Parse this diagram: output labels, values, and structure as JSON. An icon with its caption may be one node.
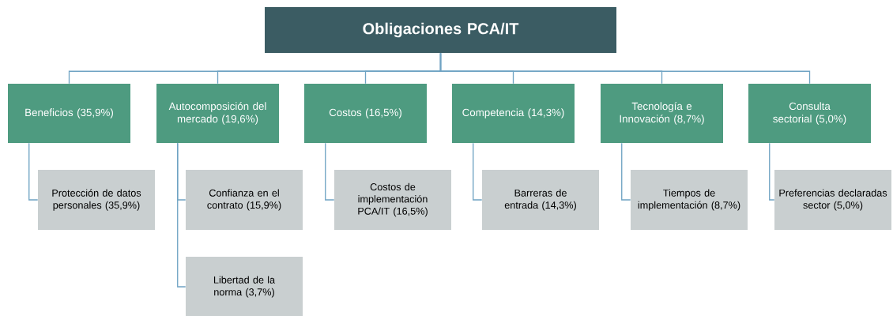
{
  "diagram": {
    "nodes": [
      {
        "text": [
          "Obligaciones PCA/IT"
        ]
      },
      {
        "text": [
          "Beneficios (35,9%)"
        ]
      },
      {
        "text": [
          "Autocomposición del mercado (19,6%)"
        ]
      },
      {
        "text": [
          "Costos (16,5%)"
        ]
      },
      {
        "text": [
          "Competencia (14,3%)"
        ]
      },
      {
        "text": [
          "Tecnología e Innovación (8,7%)"
        ]
      },
      {
        "text": [
          "Consulta sectorial (5,0%)"
        ]
      },
      {
        "text": [
          "Protección de datos personales (35,9%)"
        ]
      },
      {
        "text": [
          "Confianza en el contrato (15,9%)"
        ]
      },
      {
        "text": [
          "Libertad de la norma (3,7%)"
        ]
      },
      {
        "text": [
          "Costos de implementación PCA/IT (16,5%)"
        ]
      },
      {
        "text": [
          "Barreras de entrada (14,3%)"
        ]
      },
      {
        "text": [
          "Tiempos de implementación (8,7%)"
        ]
      },
      {
        "text": [
          "Preferencias declaradas sector (5,0%)"
        ]
      }
    ],
    "edges": [
      {
        "from": 0,
        "to": 1,
        "arrow": "none"
      },
      {
        "from": 0,
        "to": 2,
        "arrow": "none"
      },
      {
        "from": 0,
        "to": 3,
        "arrow": "none"
      },
      {
        "from": 0,
        "to": 4,
        "arrow": "none"
      },
      {
        "from": 0,
        "to": 5,
        "arrow": "none"
      },
      {
        "from": 0,
        "to": 6,
        "arrow": "none"
      },
      {
        "from": 1,
        "to": 7,
        "arrow": "none"
      },
      {
        "from": 2,
        "to": 8,
        "arrow": "none"
      },
      {
        "from": 2,
        "to": 9,
        "arrow": "none"
      },
      {
        "from": 3,
        "to": 10,
        "arrow": "none"
      },
      {
        "from": 4,
        "to": 11,
        "arrow": "none"
      },
      {
        "from": 5,
        "to": 12,
        "arrow": "none"
      },
      {
        "from": 6,
        "to": 13,
        "arrow": "none"
      }
    ]
  }
}
